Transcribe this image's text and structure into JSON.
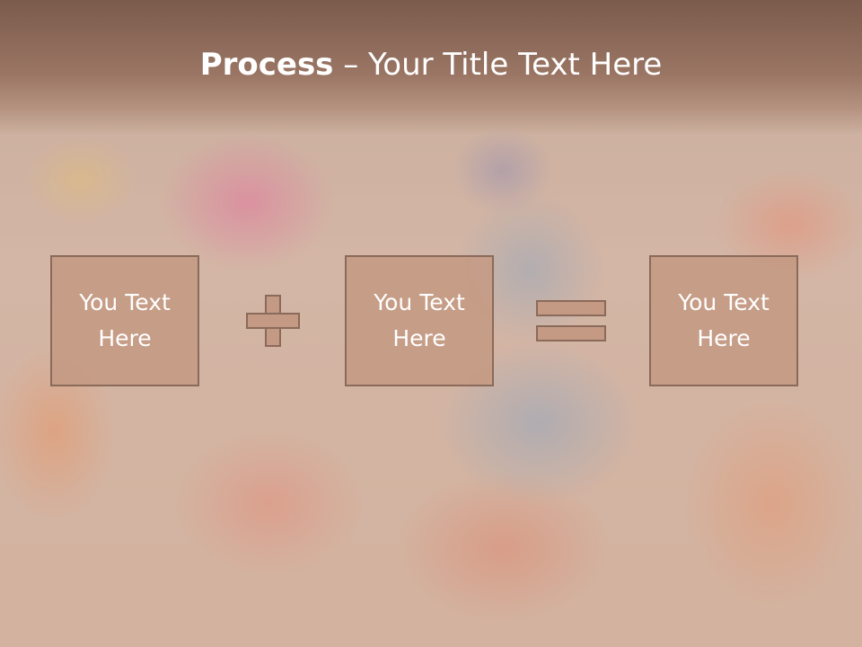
{
  "slide": {
    "title_bold": "Process",
    "title_rest": " – Your Title Text Here",
    "boxes": [
      {
        "text": "You Text\nHere"
      },
      {
        "text": "You Text\nHere"
      },
      {
        "text": "You Text\nHere"
      }
    ],
    "operators": [
      "plus-icon",
      "equals-icon"
    ],
    "colors": {
      "title_bar": "#8b6a5a",
      "box_fill": "#c49a84",
      "box_border": "#8a6a5a",
      "text": "#ffffff"
    }
  }
}
